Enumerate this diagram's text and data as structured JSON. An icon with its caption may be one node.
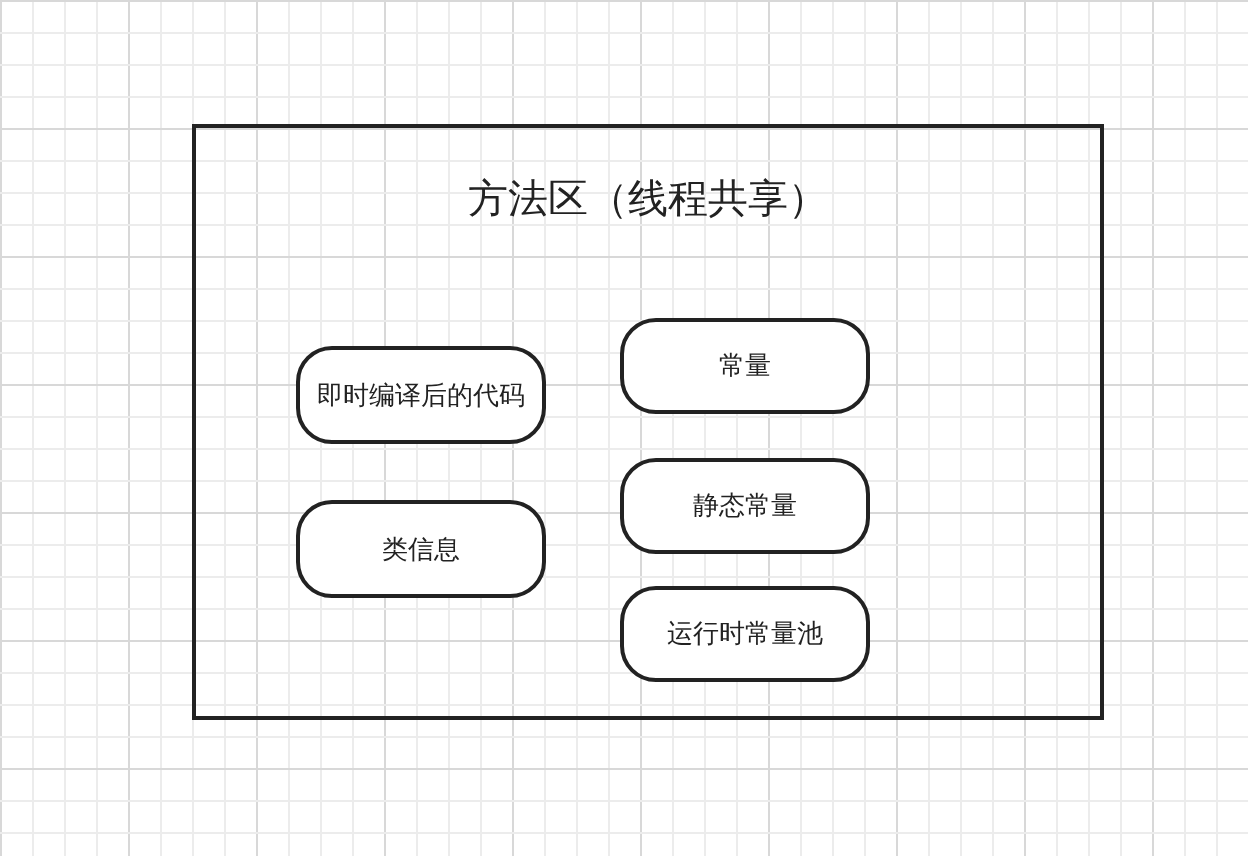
{
  "diagram": {
    "nodes": [
      {
        "text": [
          "方法区（线程共享）"
        ]
      },
      {
        "text": [
          "即时编译后的代码"
        ],
        "in": 0
      },
      {
        "text": [
          "类信息"
        ],
        "in": 0
      },
      {
        "text": [
          "常量"
        ],
        "in": 0
      },
      {
        "text": [
          "静态常量"
        ],
        "in": 0
      },
      {
        "text": [
          "运行时常量池"
        ],
        "in": 0
      }
    ]
  }
}
